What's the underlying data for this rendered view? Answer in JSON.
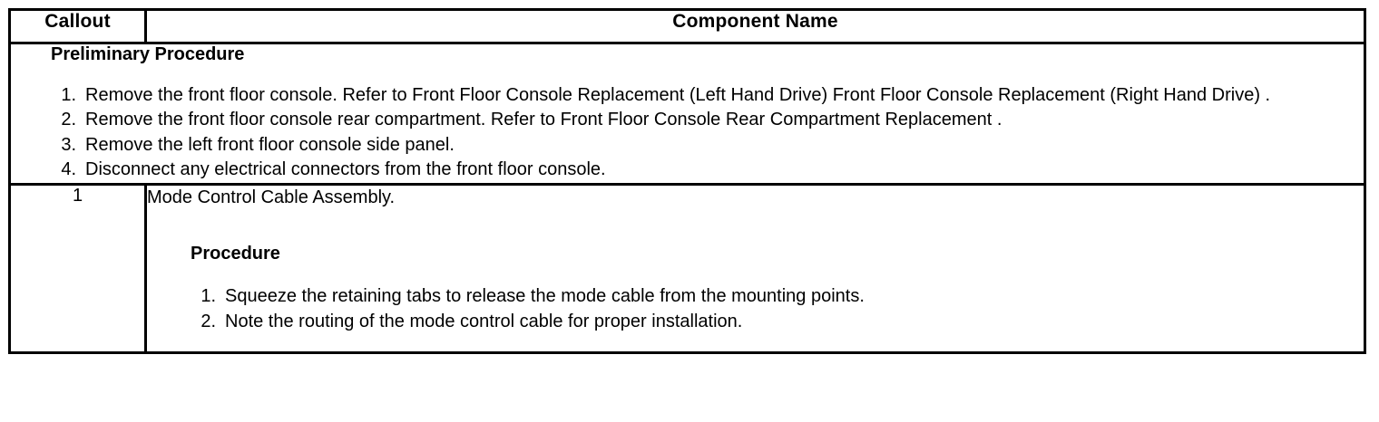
{
  "table": {
    "headers": {
      "callout": "Callout",
      "component_name": "Component Name"
    },
    "preliminary": {
      "title": "Preliminary Procedure",
      "steps": [
        "Remove the front floor console. Refer to Front Floor Console Replacement (Left Hand Drive) Front Floor Console Replacement (Right Hand Drive) .",
        "Remove the front floor console rear compartment. Refer to Front Floor Console Rear Compartment Replacement .",
        "Remove the left front floor console side panel.",
        "Disconnect any electrical connectors from the front floor console."
      ]
    },
    "rows": [
      {
        "callout": "1",
        "component_name": "Mode Control Cable Assembly.",
        "procedure_title": "Procedure",
        "procedure_steps": [
          "Squeeze the retaining tabs to release the mode cable from the mounting points.",
          "Note the routing of the mode control cable for proper installation."
        ]
      }
    ]
  },
  "colors": {
    "border": "#000000",
    "text": "#000000",
    "background": "#ffffff"
  }
}
